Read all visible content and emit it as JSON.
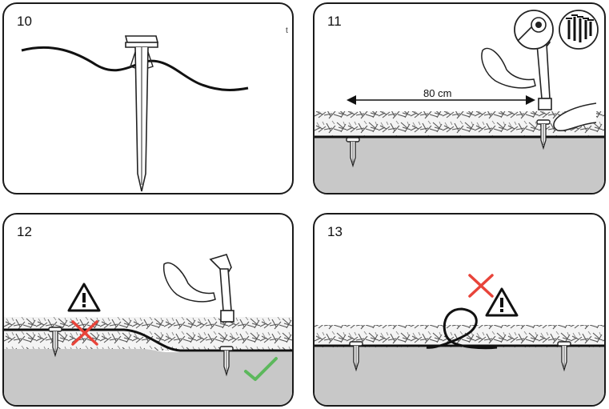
{
  "panels": [
    {
      "number": "10",
      "corner_mark": "t"
    },
    {
      "number": "11",
      "distance_label": "80 cm"
    },
    {
      "number": "12"
    },
    {
      "number": "13"
    }
  ],
  "colors": {
    "ground": "#c8c8c8",
    "outline": "#1a1a1a",
    "cross": "#e8443a",
    "check": "#5cb85c"
  },
  "icons": [
    "peg-icon",
    "hammer-icon",
    "hand-icon",
    "warning-icon",
    "cross-icon",
    "check-icon",
    "wire-spool-icon",
    "pegs-bundle-icon"
  ]
}
